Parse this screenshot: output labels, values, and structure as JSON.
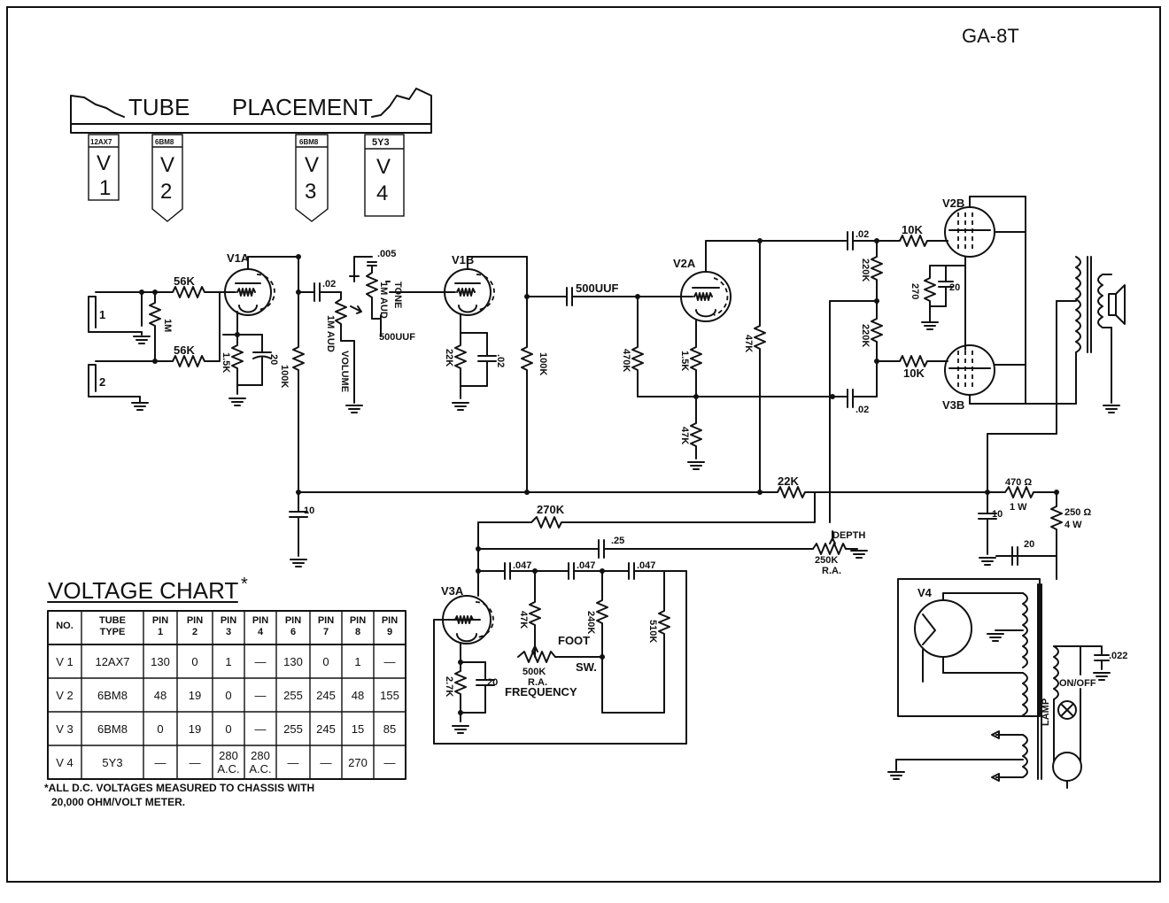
{
  "model": "GA-8T",
  "tube_placement": {
    "title_left": "TUBE",
    "title_right": "PLACEMENT",
    "tubes": [
      {
        "type": "12AX7",
        "v": "V",
        "n": "1"
      },
      {
        "type": "6BM8",
        "v": "V",
        "n": "2"
      },
      {
        "type": "6BM8",
        "v": "V",
        "n": "3"
      },
      {
        "type": "5Y3",
        "v": "V",
        "n": "4"
      }
    ]
  },
  "labels": {
    "v1a": "V1A",
    "v1b": "V1B",
    "v2a": "V2A",
    "v2b": "V2B",
    "v3b": "V3B",
    "v3a": "V3A",
    "v4": "V4",
    "in1": "1",
    "in2": "2",
    "r56k_a": "56K",
    "r56k_b": "56K",
    "r1m": "1M",
    "r1_5k_a": "1.5K",
    "c20_a": "20",
    "r100k_a": "100K",
    "c02_a": ".02",
    "c005": ".005",
    "vol_pot": "1M AUD",
    "vol_label": "VOLUME",
    "tone_pot": "1M AUD",
    "tone_label": "TONE",
    "c500uuf_a": "500UUF",
    "r22k_a": "22K",
    "c02_b": ".02",
    "r100k_b": "100K",
    "c500uuf_b": "500UUF",
    "r470k": "470K",
    "r1_5k_b": "1.5K",
    "r47k_a": "47K",
    "r47k_b": "47K",
    "c02_c": ".02",
    "r220k_a": "220K",
    "r220k_b": "220K",
    "c02_d": ".02",
    "r10k_a": "10K",
    "r10k_b": "10K",
    "r270": "270",
    "c20_b": "20",
    "c10_a": "10",
    "r22k_b": "22K",
    "r270k": "270K",
    "c25": ".25",
    "depth": "DEPTH",
    "r250k": "250K",
    "ra_depth": "R.A.",
    "c047_a": ".047",
    "c047_b": ".047",
    "c047_c": ".047",
    "r47k_c": "47K",
    "r240k": "240K",
    "r510k": "510K",
    "r500k": "500K",
    "ra_freq": "R.A.",
    "frequency": "FREQUENCY",
    "foot": "FOOT",
    "sw": "SW.",
    "r2_7k": "2.7K",
    "c20_c": "20",
    "r470ohm": "470 Ω",
    "r470ohm_w": "1 W",
    "r250ohm": "250 Ω",
    "r250ohm_w": "4 W",
    "c10_b": "10",
    "c20_d": "20",
    "c022": ".022",
    "on_off": "ON/OFF",
    "lamp": "LAMP"
  },
  "voltage_chart": {
    "title": "VOLTAGE CHART",
    "mark": "*",
    "headers": [
      "NO.",
      "TUBE TYPE",
      "PIN 1",
      "PIN 2",
      "PIN 3",
      "PIN 4",
      "PIN 6",
      "PIN 7",
      "PIN 8",
      "PIN 9"
    ],
    "rows": [
      [
        "V 1",
        "12AX7",
        "130",
        "0",
        "1",
        "—",
        "130",
        "0",
        "1",
        "—"
      ],
      [
        "V 2",
        "6BM8",
        "48",
        "19",
        "0",
        "—",
        "255",
        "245",
        "48",
        "155"
      ],
      [
        "V 3",
        "6BM8",
        "0",
        "19",
        "0",
        "—",
        "255",
        "245",
        "15",
        "85"
      ],
      [
        "V 4",
        "5Y3",
        "—",
        "—",
        "280 A.C.",
        "280 A.C.",
        "—",
        "—",
        "270",
        "—"
      ]
    ],
    "footnote_line1": "*ALL D.C. VOLTAGES MEASURED TO CHASSIS WITH",
    "footnote_line2": "20,000 OHM/VOLT METER."
  }
}
